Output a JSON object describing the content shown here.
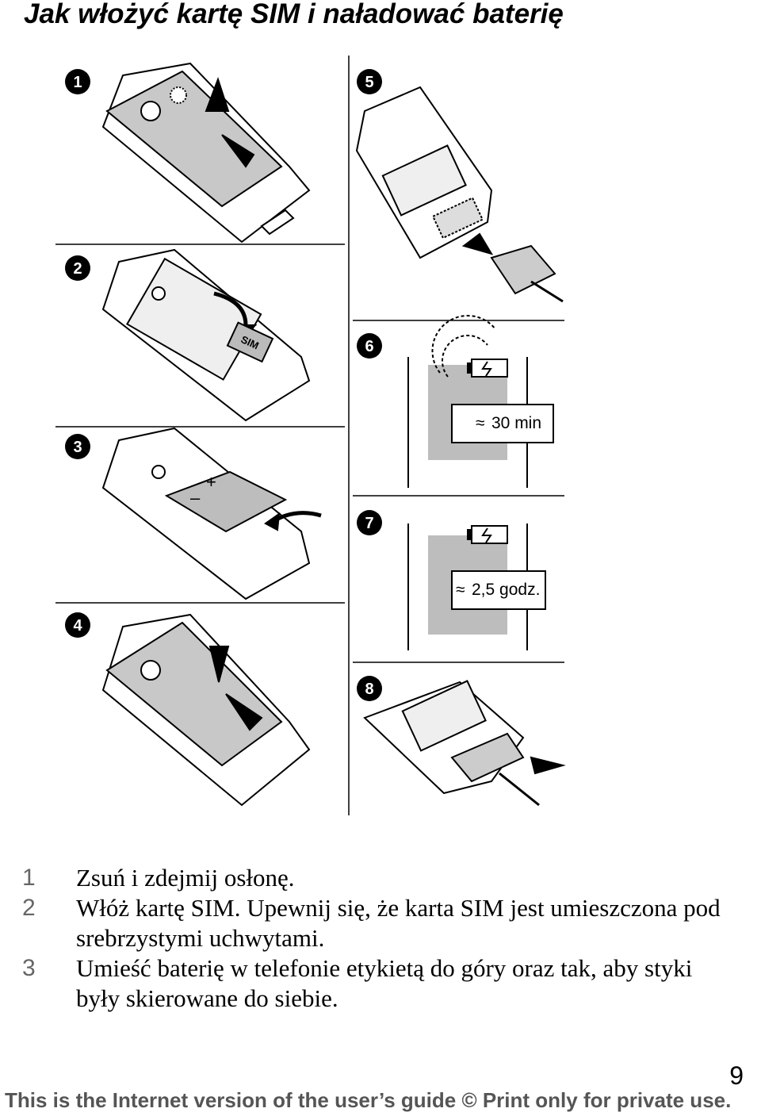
{
  "title": "Jak włożyć kartę SIM i naładować baterię",
  "figure": {
    "step_markers": [
      "1",
      "2",
      "3",
      "4",
      "5",
      "6",
      "7",
      "8"
    ],
    "sim_label": "SIM",
    "battery_plus": "+",
    "battery_minus": "–",
    "callout_6": "30 min",
    "callout_7": "2,5 godz.",
    "approx_symbol": "≈",
    "icons": [
      "battery-charging-icon",
      "charger-plug-icon",
      "arrow-icon"
    ]
  },
  "steps": [
    {
      "number": "1",
      "text": "Zsuń i zdejmij osłonę."
    },
    {
      "number": "2",
      "text": "Włóż kartę SIM. Upewnij się, że karta SIM jest umieszczona pod srebrzystymi uchwytami."
    },
    {
      "number": "3",
      "text": "Umieść baterię w telefonie etykietą do góry oraz tak, aby styki były skierowane do siebie."
    }
  ],
  "page_number": "9",
  "footer": "This is the Internet version of the user’s guide © Print only for private use."
}
